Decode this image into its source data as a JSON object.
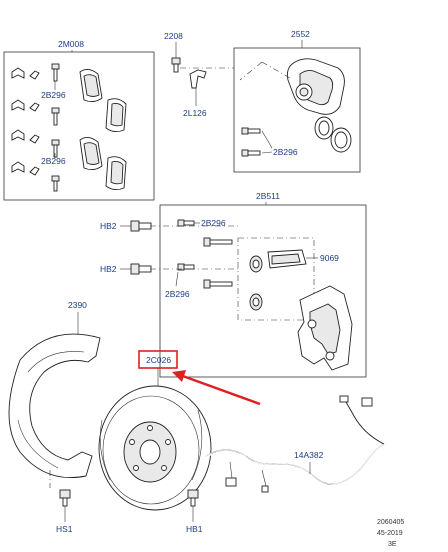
{
  "parts": {
    "pad_kit": "2M008",
    "bolt_a": "2B296",
    "bolt_b": "2B296",
    "bleed_screw": "2208",
    "clip": "2L126",
    "caliper": "2552",
    "bolt_c": "2B296",
    "carrier": "2B511",
    "bolt_d": "2B296",
    "bolt_e": "2B296",
    "hb2_a": "HB2",
    "hb2_b": "HB2",
    "boot_kit": "9069",
    "shield": "2390",
    "disc": "2C026",
    "sensor": "14A382",
    "hs1": "HS1",
    "hb1": "HB1"
  },
  "footer": {
    "code": "2060405",
    "date": "45-2019",
    "sheet": "3E"
  },
  "colors": {
    "label": "#1f3c88",
    "highlight": "#e02020"
  }
}
